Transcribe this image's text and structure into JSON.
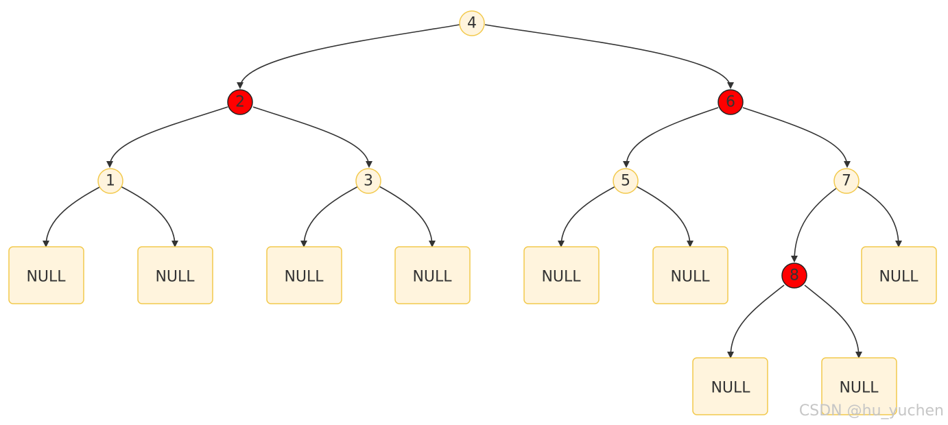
{
  "tree": {
    "nodes": [
      {
        "id": "n4",
        "label": "4",
        "color": "yellow"
      },
      {
        "id": "n2",
        "label": "2",
        "color": "red"
      },
      {
        "id": "n6",
        "label": "6",
        "color": "red"
      },
      {
        "id": "n1",
        "label": "1",
        "color": "yellow"
      },
      {
        "id": "n3",
        "label": "3",
        "color": "yellow"
      },
      {
        "id": "n5",
        "label": "5",
        "color": "yellow"
      },
      {
        "id": "n7",
        "label": "7",
        "color": "yellow"
      },
      {
        "id": "n8",
        "label": "8",
        "color": "red"
      }
    ],
    "null_label": "NULL",
    "null_count": 9,
    "edges": [
      [
        "n4",
        "n2"
      ],
      [
        "n4",
        "n6"
      ],
      [
        "n2",
        "n1"
      ],
      [
        "n2",
        "n3"
      ],
      [
        "n6",
        "n5"
      ],
      [
        "n6",
        "n7"
      ],
      [
        "n7",
        "n8"
      ]
    ],
    "colors": {
      "yellow_fill": "#fff4dd",
      "yellow_stroke": "#f2c94c",
      "red_fill": "#ff0000",
      "red_stroke": "#222222",
      "null_fill": "#fff4dd",
      "null_stroke": "#f2c94c",
      "edge": "#333333"
    }
  },
  "watermark": "CSDN @hu_yuchen"
}
